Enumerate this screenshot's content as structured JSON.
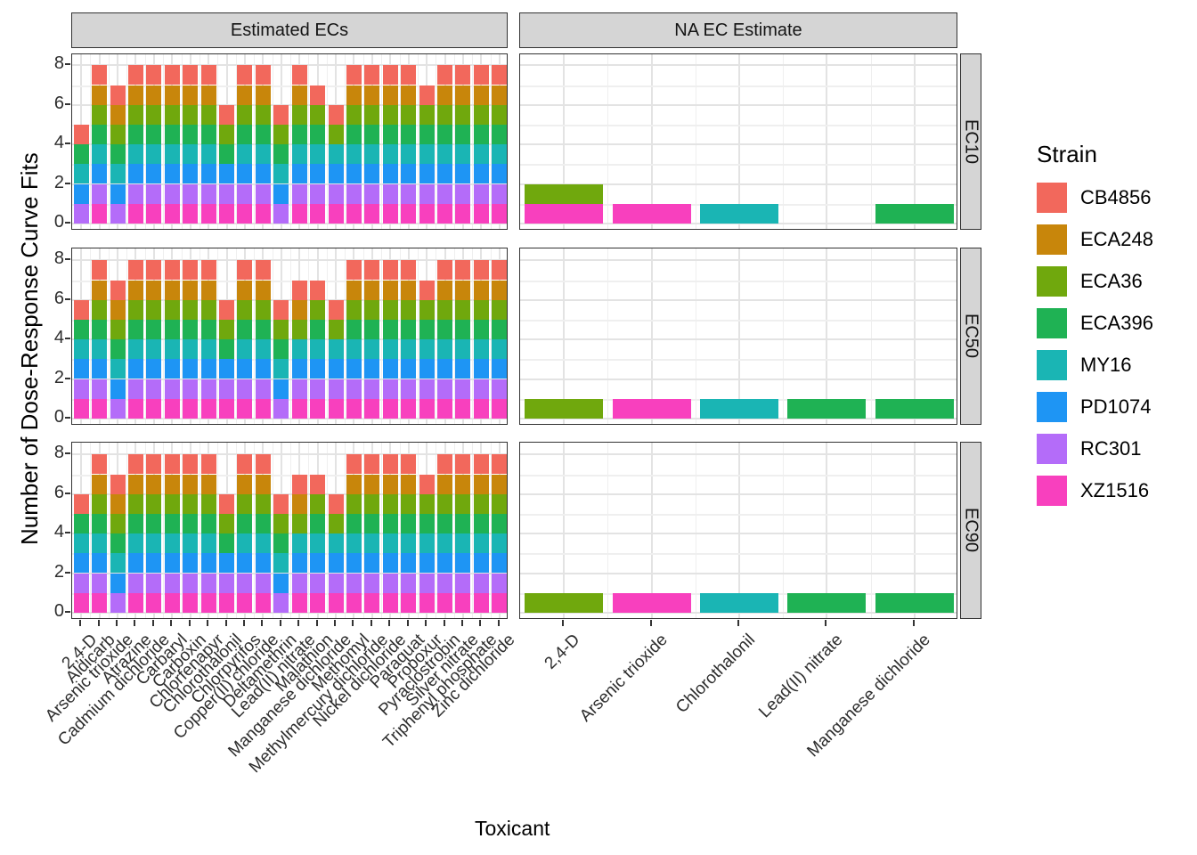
{
  "chart_data": {
    "type": "bar",
    "stacked": true,
    "xlabel": "Toxicant",
    "ylabel": "Number of Dose-Response Curve Fits",
    "y_ticks": [
      0,
      2,
      4,
      6,
      8
    ],
    "y_minor_ticks": [
      1,
      3,
      5,
      7
    ],
    "ylim": [
      0,
      8.5
    ],
    "grid": true,
    "facet_cols": [
      {
        "label": "Estimated ECs"
      },
      {
        "label": "NA EC Estimate"
      }
    ],
    "facet_rows": [
      {
        "label": "EC10"
      },
      {
        "label": "EC50"
      },
      {
        "label": "EC90"
      }
    ],
    "legend": {
      "title": "Strain",
      "position": "right",
      "entries": [
        {
          "label": "CB4856",
          "color": "#F2685C"
        },
        {
          "label": "ECA248",
          "color": "#C8860B"
        },
        {
          "label": "ECA36",
          "color": "#70A80D"
        },
        {
          "label": "ECA396",
          "color": "#1FB254"
        },
        {
          "label": "MY16",
          "color": "#1AB5B4"
        },
        {
          "label": "PD1074",
          "color": "#1E95F4"
        },
        {
          "label": "RC301",
          "color": "#B46CF9"
        },
        {
          "label": "XZ1516",
          "color": "#F840BE"
        }
      ]
    },
    "strain_colors": {
      "CB4856": "#F2685C",
      "ECA248": "#C8860B",
      "ECA36": "#70A80D",
      "ECA396": "#1FB254",
      "MY16": "#1AB5B4",
      "PD1074": "#1E95F4",
      "RC301": "#B46CF9",
      "XZ1516": "#F840BE"
    },
    "stack_order_bottom_to_top": [
      "XZ1516",
      "RC301",
      "PD1074",
      "MY16",
      "ECA396",
      "ECA36",
      "ECA248",
      "CB4856"
    ],
    "estimated_categories": [
      "2,4-D",
      "Aldicarb",
      "Arsenic trioxide",
      "Atrazine",
      "Cadmium dichloride",
      "Carbaryl",
      "Carboxin",
      "Chlorfenapyr",
      "Chlorothalonil",
      "Chlorpyrifos",
      "Copper(II) chloride",
      "Deltamethrin",
      "Lead(II) nitrate",
      "Malathion",
      "Manganese dichloride",
      "Methomyl",
      "Methylmercury dichloride",
      "Nickel dichloride",
      "Paraquat",
      "Propoxur",
      "Pyraclostrobin",
      "Silver nitrate",
      "Triphenyl phosphate",
      "Zinc dichloride"
    ],
    "na_categories": [
      "2,4-D",
      "Arsenic trioxide",
      "Chlorothalonil",
      "Lead(II) nitrate",
      "Manganese dichloride"
    ],
    "panels": {
      "EC10": {
        "estimated": {
          "2,4-D": [
            "RC301",
            "PD1074",
            "MY16",
            "ECA396",
            "CB4856"
          ],
          "Aldicarb": [
            "XZ1516",
            "RC301",
            "PD1074",
            "MY16",
            "ECA396",
            "ECA36",
            "ECA248",
            "CB4856"
          ],
          "Arsenic trioxide": [
            "RC301",
            "PD1074",
            "MY16",
            "ECA396",
            "ECA36",
            "ECA248",
            "CB4856"
          ],
          "Atrazine": [
            "XZ1516",
            "RC301",
            "PD1074",
            "MY16",
            "ECA396",
            "ECA36",
            "ECA248",
            "CB4856"
          ],
          "Cadmium dichloride": [
            "XZ1516",
            "RC301",
            "PD1074",
            "MY16",
            "ECA396",
            "ECA36",
            "ECA248",
            "CB4856"
          ],
          "Carbaryl": [
            "XZ1516",
            "RC301",
            "PD1074",
            "MY16",
            "ECA396",
            "ECA36",
            "ECA248",
            "CB4856"
          ],
          "Carboxin": [
            "XZ1516",
            "RC301",
            "PD1074",
            "MY16",
            "ECA396",
            "ECA36",
            "ECA248",
            "CB4856"
          ],
          "Chlorfenapyr": [
            "XZ1516",
            "RC301",
            "PD1074",
            "MY16",
            "ECA396",
            "ECA36",
            "ECA248",
            "CB4856"
          ],
          "Chlorothalonil": [
            "XZ1516",
            "RC301",
            "PD1074",
            "ECA396",
            "ECA36",
            "CB4856"
          ],
          "Chlorpyrifos": [
            "XZ1516",
            "RC301",
            "PD1074",
            "MY16",
            "ECA396",
            "ECA36",
            "ECA248",
            "CB4856"
          ],
          "Copper(II) chloride": [
            "XZ1516",
            "RC301",
            "PD1074",
            "MY16",
            "ECA396",
            "ECA36",
            "ECA248",
            "CB4856"
          ],
          "Deltamethrin": [
            "RC301",
            "PD1074",
            "MY16",
            "ECA396",
            "ECA36",
            "CB4856"
          ],
          "Lead(II) nitrate": [
            "XZ1516",
            "RC301",
            "PD1074",
            "MY16",
            "ECA396",
            "ECA36",
            "ECA248",
            "CB4856"
          ],
          "Malathion": [
            "XZ1516",
            "RC301",
            "PD1074",
            "MY16",
            "ECA396",
            "ECA36",
            "CB4856"
          ],
          "Manganese dichloride": [
            "XZ1516",
            "RC301",
            "PD1074",
            "MY16",
            "ECA36",
            "CB4856"
          ],
          "Methomyl": [
            "XZ1516",
            "RC301",
            "PD1074",
            "MY16",
            "ECA396",
            "ECA36",
            "ECA248",
            "CB4856"
          ],
          "Methylmercury dichloride": [
            "XZ1516",
            "RC301",
            "PD1074",
            "MY16",
            "ECA396",
            "ECA36",
            "ECA248",
            "CB4856"
          ],
          "Nickel dichloride": [
            "XZ1516",
            "RC301",
            "PD1074",
            "MY16",
            "ECA396",
            "ECA36",
            "ECA248",
            "CB4856"
          ],
          "Paraquat": [
            "XZ1516",
            "RC301",
            "PD1074",
            "MY16",
            "ECA396",
            "ECA36",
            "ECA248",
            "CB4856"
          ],
          "Propoxur": [
            "XZ1516",
            "RC301",
            "PD1074",
            "MY16",
            "ECA396",
            "ECA36",
            "CB4856"
          ],
          "Pyraclostrobin": [
            "XZ1516",
            "RC301",
            "PD1074",
            "MY16",
            "ECA396",
            "ECA36",
            "ECA248",
            "CB4856"
          ],
          "Silver nitrate": [
            "XZ1516",
            "RC301",
            "PD1074",
            "MY16",
            "ECA396",
            "ECA36",
            "ECA248",
            "CB4856"
          ],
          "Triphenyl phosphate": [
            "XZ1516",
            "RC301",
            "PD1074",
            "MY16",
            "ECA396",
            "ECA36",
            "ECA248",
            "CB4856"
          ],
          "Zinc dichloride": [
            "XZ1516",
            "RC301",
            "PD1074",
            "MY16",
            "ECA396",
            "ECA36",
            "ECA248",
            "CB4856"
          ]
        },
        "na": {
          "2,4-D": [
            "XZ1516",
            "ECA36"
          ],
          "Arsenic trioxide": [
            "XZ1516"
          ],
          "Chlorothalonil": [
            "MY16"
          ],
          "Lead(II) nitrate": [],
          "Manganese dichloride": [
            "ECA396"
          ]
        }
      },
      "EC50": {
        "estimated": {
          "2,4-D": [
            "XZ1516",
            "RC301",
            "PD1074",
            "MY16",
            "ECA396",
            "CB4856"
          ],
          "Aldicarb": [
            "XZ1516",
            "RC301",
            "PD1074",
            "MY16",
            "ECA396",
            "ECA36",
            "ECA248",
            "CB4856"
          ],
          "Arsenic trioxide": [
            "RC301",
            "PD1074",
            "MY16",
            "ECA396",
            "ECA36",
            "ECA248",
            "CB4856"
          ],
          "Atrazine": [
            "XZ1516",
            "RC301",
            "PD1074",
            "MY16",
            "ECA396",
            "ECA36",
            "ECA248",
            "CB4856"
          ],
          "Cadmium dichloride": [
            "XZ1516",
            "RC301",
            "PD1074",
            "MY16",
            "ECA396",
            "ECA36",
            "ECA248",
            "CB4856"
          ],
          "Carbaryl": [
            "XZ1516",
            "RC301",
            "PD1074",
            "MY16",
            "ECA396",
            "ECA36",
            "ECA248",
            "CB4856"
          ],
          "Carboxin": [
            "XZ1516",
            "RC301",
            "PD1074",
            "MY16",
            "ECA396",
            "ECA36",
            "ECA248",
            "CB4856"
          ],
          "Chlorfenapyr": [
            "XZ1516",
            "RC301",
            "PD1074",
            "MY16",
            "ECA396",
            "ECA36",
            "ECA248",
            "CB4856"
          ],
          "Chlorothalonil": [
            "XZ1516",
            "RC301",
            "PD1074",
            "ECA396",
            "ECA36",
            "CB4856"
          ],
          "Chlorpyrifos": [
            "XZ1516",
            "RC301",
            "PD1074",
            "MY16",
            "ECA396",
            "ECA36",
            "ECA248",
            "CB4856"
          ],
          "Copper(II) chloride": [
            "XZ1516",
            "RC301",
            "PD1074",
            "MY16",
            "ECA396",
            "ECA36",
            "ECA248",
            "CB4856"
          ],
          "Deltamethrin": [
            "RC301",
            "PD1074",
            "MY16",
            "ECA396",
            "ECA36",
            "CB4856"
          ],
          "Lead(II) nitrate": [
            "XZ1516",
            "RC301",
            "PD1074",
            "MY16",
            "ECA36",
            "ECA248",
            "CB4856"
          ],
          "Malathion": [
            "XZ1516",
            "RC301",
            "PD1074",
            "MY16",
            "ECA396",
            "ECA36",
            "CB4856"
          ],
          "Manganese dichloride": [
            "XZ1516",
            "RC301",
            "PD1074",
            "MY16",
            "ECA36",
            "CB4856"
          ],
          "Methomyl": [
            "XZ1516",
            "RC301",
            "PD1074",
            "MY16",
            "ECA396",
            "ECA36",
            "ECA248",
            "CB4856"
          ],
          "Methylmercury dichloride": [
            "XZ1516",
            "RC301",
            "PD1074",
            "MY16",
            "ECA396",
            "ECA36",
            "ECA248",
            "CB4856"
          ],
          "Nickel dichloride": [
            "XZ1516",
            "RC301",
            "PD1074",
            "MY16",
            "ECA396",
            "ECA36",
            "ECA248",
            "CB4856"
          ],
          "Paraquat": [
            "XZ1516",
            "RC301",
            "PD1074",
            "MY16",
            "ECA396",
            "ECA36",
            "ECA248",
            "CB4856"
          ],
          "Propoxur": [
            "XZ1516",
            "RC301",
            "PD1074",
            "MY16",
            "ECA396",
            "ECA36",
            "CB4856"
          ],
          "Pyraclostrobin": [
            "XZ1516",
            "RC301",
            "PD1074",
            "MY16",
            "ECA396",
            "ECA36",
            "ECA248",
            "CB4856"
          ],
          "Silver nitrate": [
            "XZ1516",
            "RC301",
            "PD1074",
            "MY16",
            "ECA396",
            "ECA36",
            "ECA248",
            "CB4856"
          ],
          "Triphenyl phosphate": [
            "XZ1516",
            "RC301",
            "PD1074",
            "MY16",
            "ECA396",
            "ECA36",
            "ECA248",
            "CB4856"
          ],
          "Zinc dichloride": [
            "XZ1516",
            "RC301",
            "PD1074",
            "MY16",
            "ECA396",
            "ECA36",
            "ECA248",
            "CB4856"
          ]
        },
        "na": {
          "2,4-D": [
            "ECA36"
          ],
          "Arsenic trioxide": [
            "XZ1516"
          ],
          "Chlorothalonil": [
            "MY16"
          ],
          "Lead(II) nitrate": [
            "ECA396"
          ],
          "Manganese dichloride": [
            "ECA396"
          ]
        }
      },
      "EC90": {
        "estimated": {
          "2,4-D": [
            "XZ1516",
            "RC301",
            "PD1074",
            "MY16",
            "ECA396",
            "CB4856"
          ],
          "Aldicarb": [
            "XZ1516",
            "RC301",
            "PD1074",
            "MY16",
            "ECA396",
            "ECA36",
            "ECA248",
            "CB4856"
          ],
          "Arsenic trioxide": [
            "RC301",
            "PD1074",
            "MY16",
            "ECA396",
            "ECA36",
            "ECA248",
            "CB4856"
          ],
          "Atrazine": [
            "XZ1516",
            "RC301",
            "PD1074",
            "MY16",
            "ECA396",
            "ECA36",
            "ECA248",
            "CB4856"
          ],
          "Cadmium dichloride": [
            "XZ1516",
            "RC301",
            "PD1074",
            "MY16",
            "ECA396",
            "ECA36",
            "ECA248",
            "CB4856"
          ],
          "Carbaryl": [
            "XZ1516",
            "RC301",
            "PD1074",
            "MY16",
            "ECA396",
            "ECA36",
            "ECA248",
            "CB4856"
          ],
          "Carboxin": [
            "XZ1516",
            "RC301",
            "PD1074",
            "MY16",
            "ECA396",
            "ECA36",
            "ECA248",
            "CB4856"
          ],
          "Chlorfenapyr": [
            "XZ1516",
            "RC301",
            "PD1074",
            "MY16",
            "ECA396",
            "ECA36",
            "ECA248",
            "CB4856"
          ],
          "Chlorothalonil": [
            "XZ1516",
            "RC301",
            "PD1074",
            "ECA396",
            "ECA36",
            "CB4856"
          ],
          "Chlorpyrifos": [
            "XZ1516",
            "RC301",
            "PD1074",
            "MY16",
            "ECA396",
            "ECA36",
            "ECA248",
            "CB4856"
          ],
          "Copper(II) chloride": [
            "XZ1516",
            "RC301",
            "PD1074",
            "MY16",
            "ECA396",
            "ECA36",
            "ECA248",
            "CB4856"
          ],
          "Deltamethrin": [
            "RC301",
            "PD1074",
            "MY16",
            "ECA396",
            "ECA36",
            "CB4856"
          ],
          "Lead(II) nitrate": [
            "XZ1516",
            "RC301",
            "PD1074",
            "MY16",
            "ECA36",
            "ECA248",
            "CB4856"
          ],
          "Malathion": [
            "XZ1516",
            "RC301",
            "PD1074",
            "MY16",
            "ECA396",
            "ECA36",
            "CB4856"
          ],
          "Manganese dichloride": [
            "XZ1516",
            "RC301",
            "PD1074",
            "MY16",
            "ECA36",
            "CB4856"
          ],
          "Methomyl": [
            "XZ1516",
            "RC301",
            "PD1074",
            "MY16",
            "ECA396",
            "ECA36",
            "ECA248",
            "CB4856"
          ],
          "Methylmercury dichloride": [
            "XZ1516",
            "RC301",
            "PD1074",
            "MY16",
            "ECA396",
            "ECA36",
            "ECA248",
            "CB4856"
          ],
          "Nickel dichloride": [
            "XZ1516",
            "RC301",
            "PD1074",
            "MY16",
            "ECA396",
            "ECA36",
            "ECA248",
            "CB4856"
          ],
          "Paraquat": [
            "XZ1516",
            "RC301",
            "PD1074",
            "MY16",
            "ECA396",
            "ECA36",
            "ECA248",
            "CB4856"
          ],
          "Propoxur": [
            "XZ1516",
            "RC301",
            "PD1074",
            "MY16",
            "ECA396",
            "ECA36",
            "CB4856"
          ],
          "Pyraclostrobin": [
            "XZ1516",
            "RC301",
            "PD1074",
            "MY16",
            "ECA396",
            "ECA36",
            "ECA248",
            "CB4856"
          ],
          "Silver nitrate": [
            "XZ1516",
            "RC301",
            "PD1074",
            "MY16",
            "ECA396",
            "ECA36",
            "ECA248",
            "CB4856"
          ],
          "Triphenyl phosphate": [
            "XZ1516",
            "RC301",
            "PD1074",
            "MY16",
            "ECA396",
            "ECA36",
            "ECA248",
            "CB4856"
          ],
          "Zinc dichloride": [
            "XZ1516",
            "RC301",
            "PD1074",
            "MY16",
            "ECA396",
            "ECA36",
            "ECA248",
            "CB4856"
          ]
        },
        "na": {
          "2,4-D": [
            "ECA36"
          ],
          "Arsenic trioxide": [
            "XZ1516"
          ],
          "Chlorothalonil": [
            "MY16"
          ],
          "Lead(II) nitrate": [
            "ECA396"
          ],
          "Manganese dichloride": [
            "ECA396"
          ]
        }
      }
    }
  }
}
